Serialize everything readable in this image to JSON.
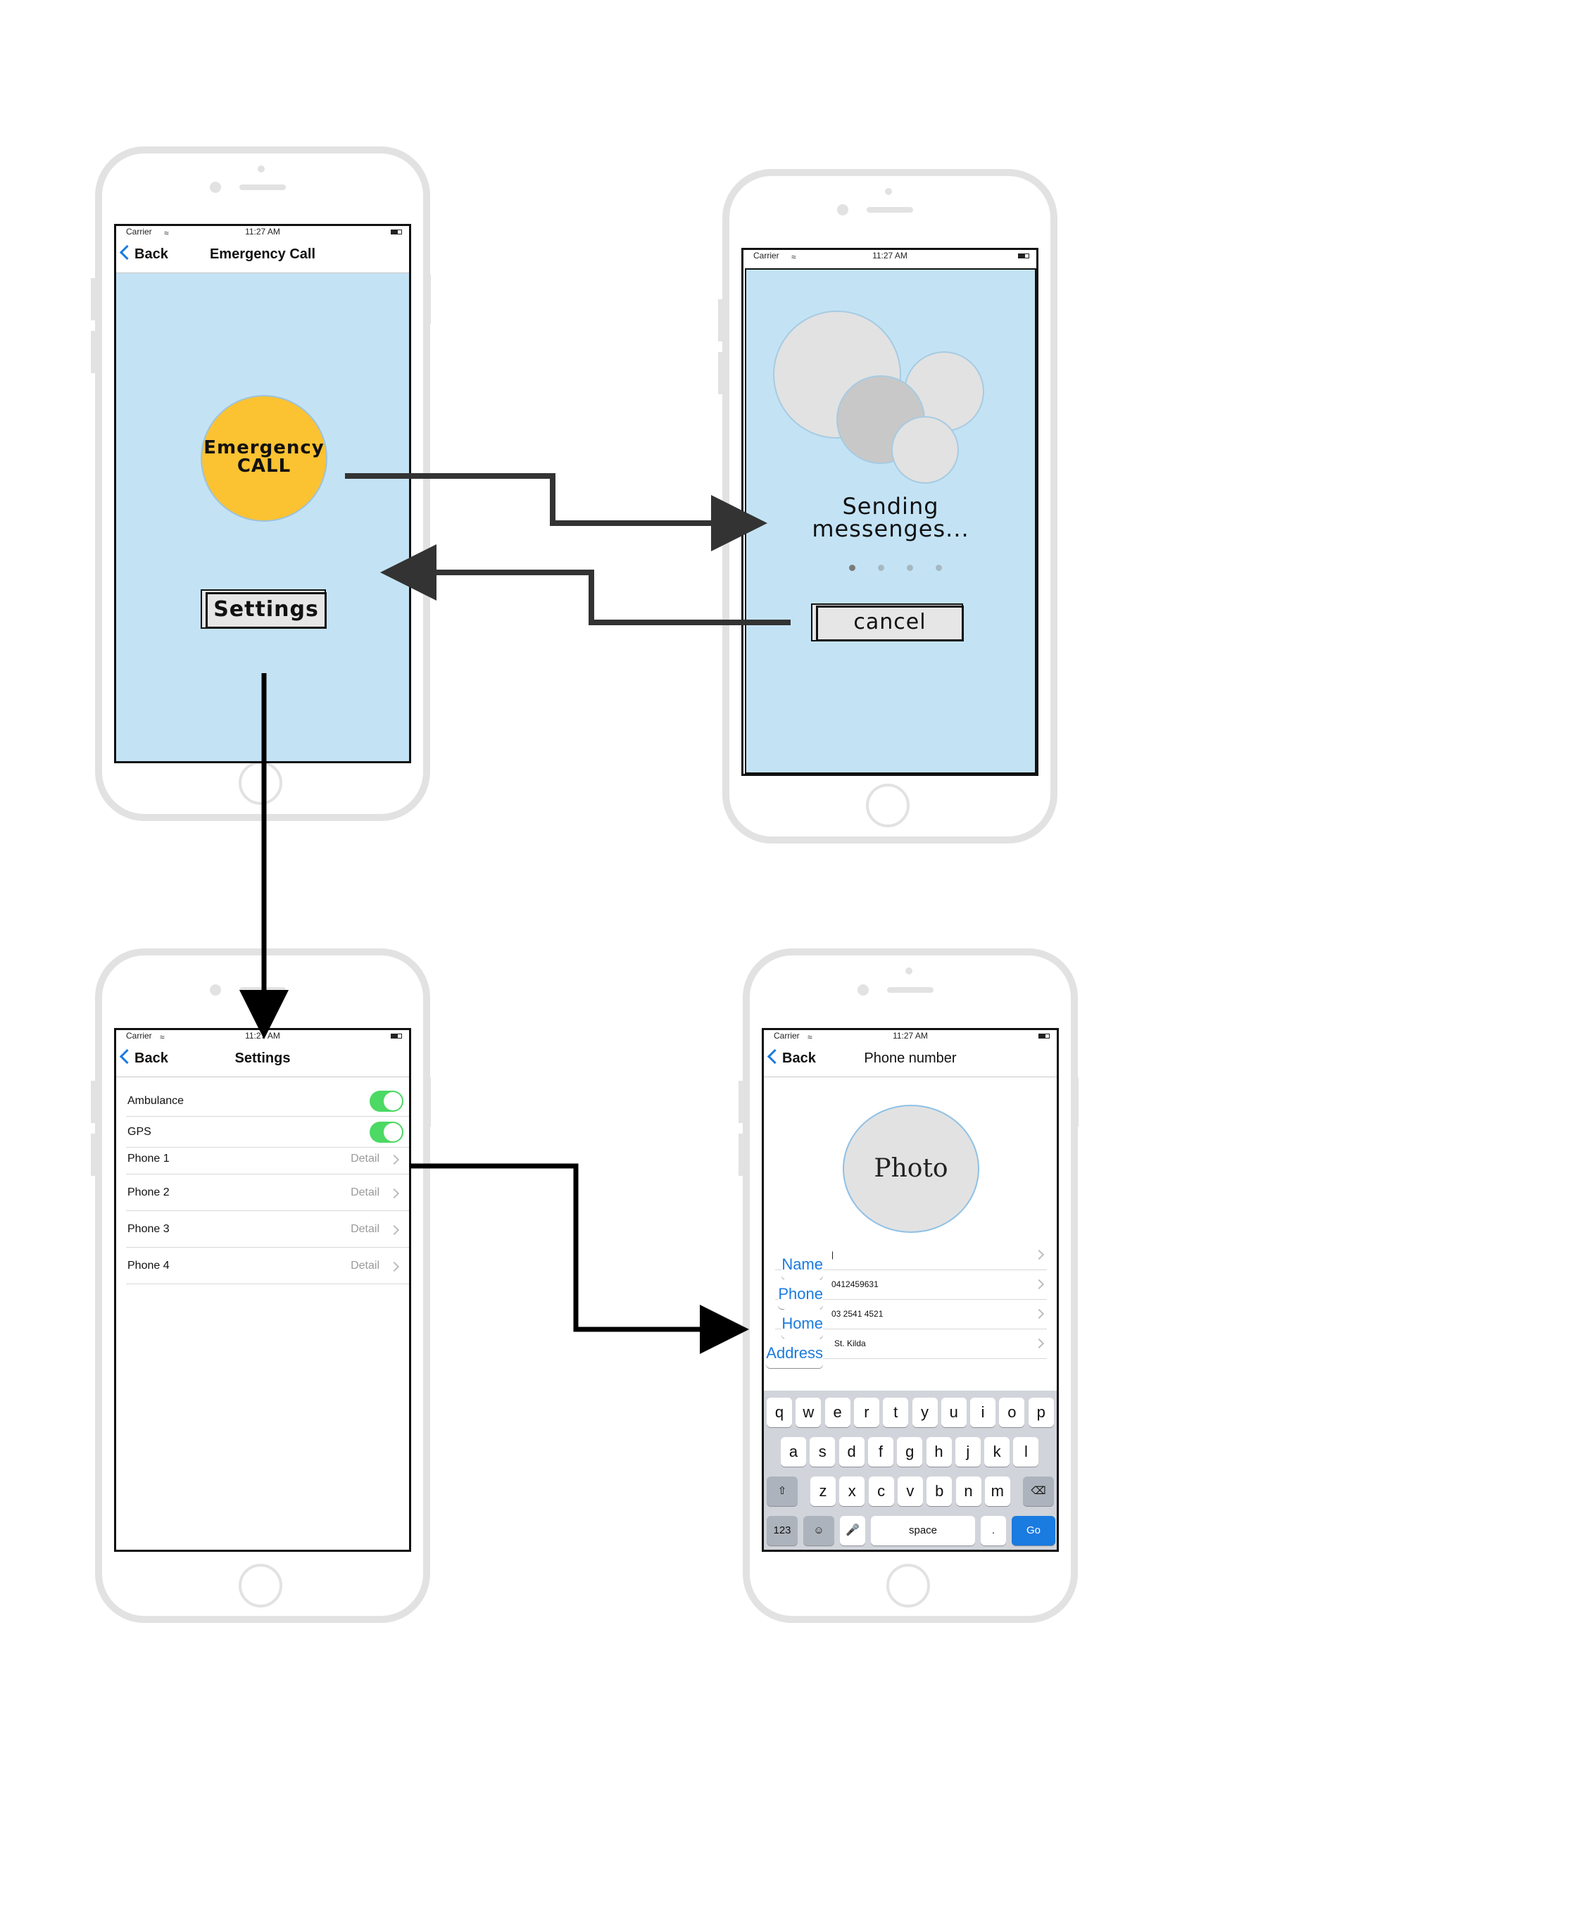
{
  "status_bar": {
    "carrier": "Carrier",
    "time": "11:27 AM"
  },
  "screen_emergency": {
    "back": "Back",
    "title": "Emergency Call",
    "emergency_button": [
      "Emergency",
      "CALL"
    ],
    "settings_button": "Settings"
  },
  "screen_sending": {
    "message": [
      "Sending",
      "messenges..."
    ],
    "cancel_button": "cancel"
  },
  "screen_settings": {
    "back": "Back",
    "title": "Settings",
    "rows": [
      {
        "label": "Ambulance",
        "toggle": true
      },
      {
        "label": "GPS",
        "toggle": true
      },
      {
        "label": "Phone 1",
        "detail": "Detail"
      },
      {
        "label": "Phone 2",
        "detail": "Detail"
      },
      {
        "label": "Phone 3",
        "detail": "Detail"
      },
      {
        "label": "Phone 4",
        "detail": "Detail"
      }
    ]
  },
  "screen_phone": {
    "back": "Back",
    "title": "Phone number",
    "photo": "Photo",
    "fields": [
      {
        "key": "Name",
        "value": "|"
      },
      {
        "key": "Phone",
        "value": "0412459631"
      },
      {
        "key": "Home",
        "value": "03 2541 4521"
      },
      {
        "key": "Address",
        "value": "St. Kilda"
      }
    ],
    "keyboard": {
      "row1": [
        "q",
        "w",
        "e",
        "r",
        "t",
        "y",
        "u",
        "i",
        "o",
        "p"
      ],
      "row2": [
        "a",
        "s",
        "d",
        "f",
        "g",
        "h",
        "j",
        "k",
        "l"
      ],
      "row3": [
        "z",
        "x",
        "c",
        "v",
        "b",
        "n",
        "m"
      ],
      "num": "123",
      "space": "space",
      "dot": ".",
      "go": "Go"
    }
  },
  "colors": {
    "screen_blue": "#c3e3f5",
    "emergency_yellow": "#fbc232",
    "toggle_green": "#4cd964",
    "ios_blue": "#1a7be0"
  }
}
